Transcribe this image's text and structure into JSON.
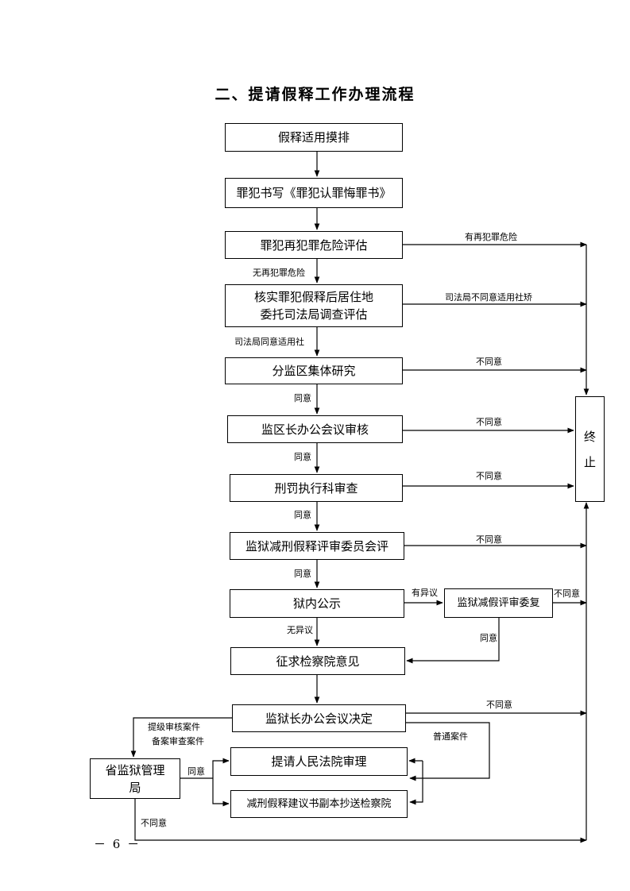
{
  "title": "二、提请假释工作办理流程",
  "page_number": "－ 6 －",
  "boxes": {
    "b1": "假释适用摸排",
    "b2": "罪犯书写《罪犯认罪悔罪书》",
    "b3": "罪犯再犯罪危险评估",
    "b4_line1": "核实罪犯假释后居住地",
    "b4_line2": "委托司法局调查评估",
    "b5": "分监区集体研究",
    "b6": "监区长办公会议审核",
    "b7": "刑罚执行科审查",
    "b8": "监狱减刑假释评审委员会评",
    "b9": "狱内公示",
    "b10": "监狱减假评审委复",
    "b11": "征求检察院意见",
    "b12": "监狱长办公会议决定",
    "b13": "提请人民法院审理",
    "b14": "减刑假释建议书副本抄送检察院",
    "b15_line1": "省监狱管理",
    "b15_line2": "局",
    "end_line1": "终",
    "end_line2": "止"
  },
  "labels": {
    "has_risk": "有再犯罪危险",
    "no_risk": "无再犯罪危险",
    "bureau_disagree": "司法局不同意适用社矫",
    "bureau_agree": "司法局同意适用社",
    "disagree": "不同意",
    "agree": "同意",
    "has_objection": "有异议",
    "no_objection": "无异议",
    "escalate_1": "提级审核案件",
    "escalate_2": "备案审查案件",
    "normal_case": "普通案件"
  }
}
